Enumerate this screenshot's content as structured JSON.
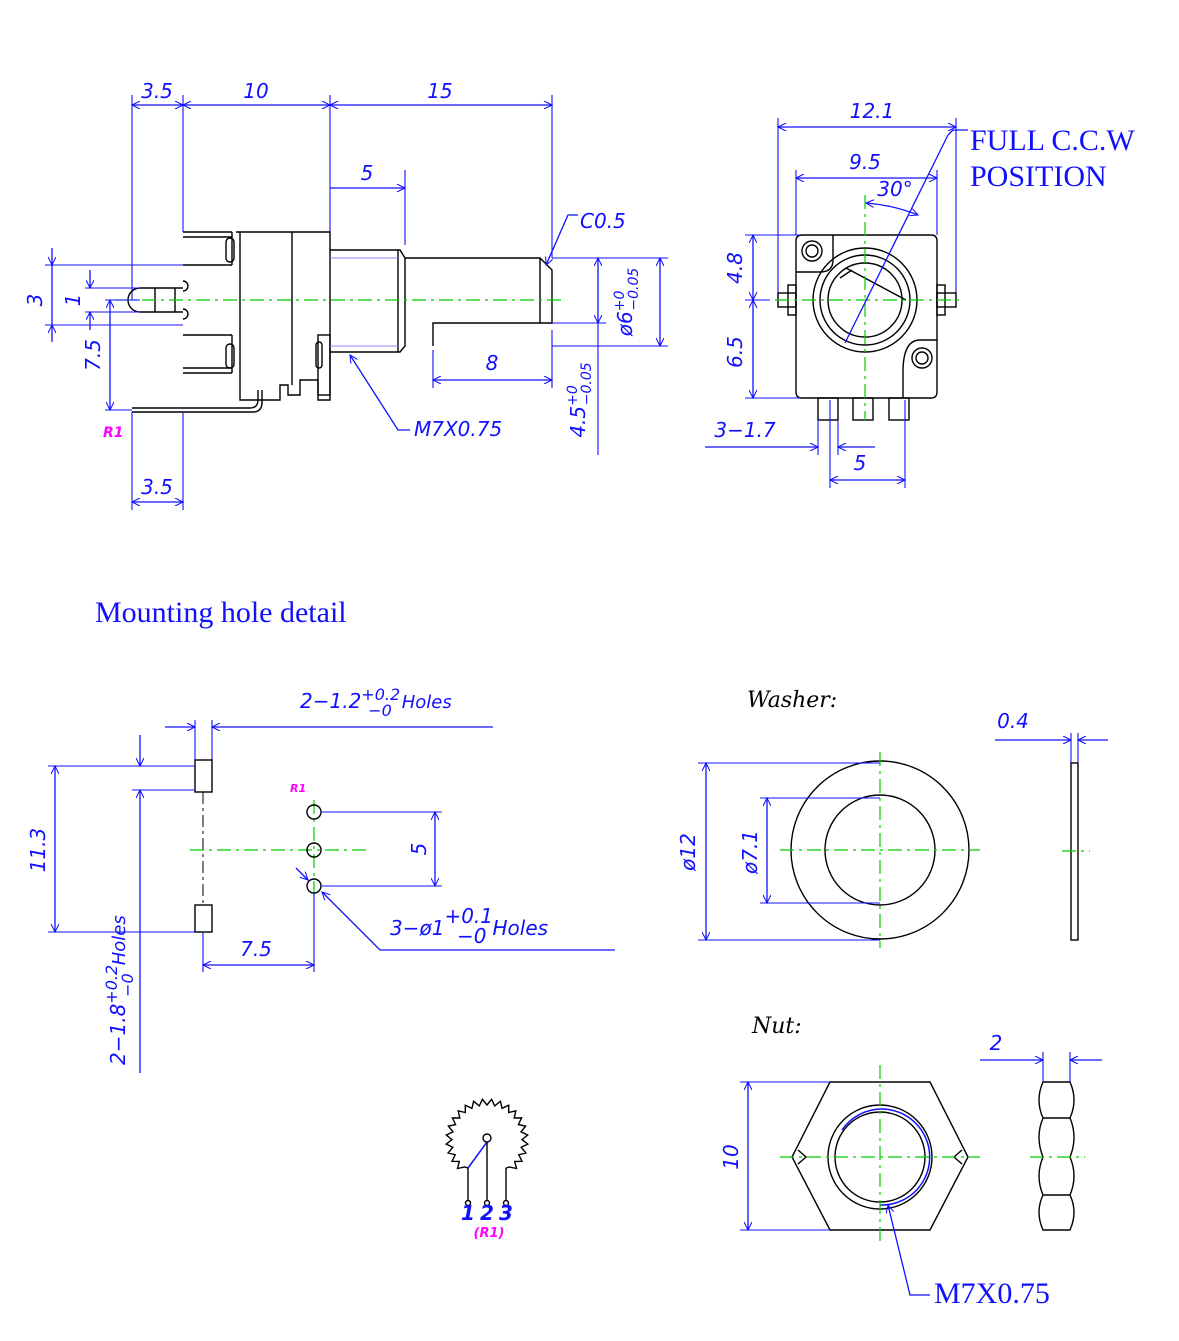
{
  "side_view": {
    "dim_pin_offset": "3.5",
    "dim_body": "10",
    "dim_shaft_total": "15",
    "dim_bushing": "5",
    "chamfer": "C0.5",
    "dim_terminal_pitch": "3",
    "dim_pin_width": "1",
    "dim_terminal_height": "7.5",
    "shaft_diameter": "ø6",
    "shaft_diameter_tol_upper": "+0",
    "shaft_diameter_tol_lower": "−0.05",
    "dim_flat_length": "8",
    "flat_height": "4.5",
    "flat_height_tol_upper": "+0",
    "flat_height_tol_lower": "−0.05",
    "thread": "M7X0.75",
    "terminal_label": "R1",
    "dim_bottom_offset": "3.5"
  },
  "front_view": {
    "dim_total_width": "12.1",
    "dim_body_width": "9.5",
    "angle": "30°",
    "note_line1": "FULL C.C.W",
    "note_line2": "POSITION",
    "dim_upper": "4.8",
    "dim_lower": "6.5",
    "dim_terminal": "3−1.7",
    "dim_pitch": "5"
  },
  "mounting": {
    "title": "Mounting hole detail",
    "holes_large_prefix": "2−1.2",
    "holes_large_tol_upper": "+0.2",
    "holes_large_tol_lower": "−0",
    "holes_large_suffix": "Holes",
    "dim_span": "11.3",
    "holes_slot_prefix": "2−1.8",
    "holes_slot_tol_upper": "+0.2",
    "holes_slot_tol_lower": "−0",
    "holes_slot_suffix": "Holes",
    "r1_label": "R1",
    "dim_hole_pitch": "5",
    "holes_small_prefix": "3−ø1",
    "holes_small_tol_upper": "+0.1",
    "holes_small_tol_lower": "−0",
    "holes_small_suffix": "Holes",
    "dim_offset": "7.5"
  },
  "washer": {
    "title": "Washer:",
    "outer_diameter": "ø12",
    "inner_diameter": "ø7.1",
    "thickness": "0.4"
  },
  "nut": {
    "title": "Nut:",
    "across_flats": "10",
    "thickness": "2",
    "thread": "M7X0.75"
  },
  "schematic": {
    "pins": [
      "1",
      "2",
      "3"
    ],
    "label": "(R1)"
  },
  "colors": {
    "dimension": "#1010ff",
    "centerline": "#00cc00",
    "reference": "#ff00ff"
  }
}
